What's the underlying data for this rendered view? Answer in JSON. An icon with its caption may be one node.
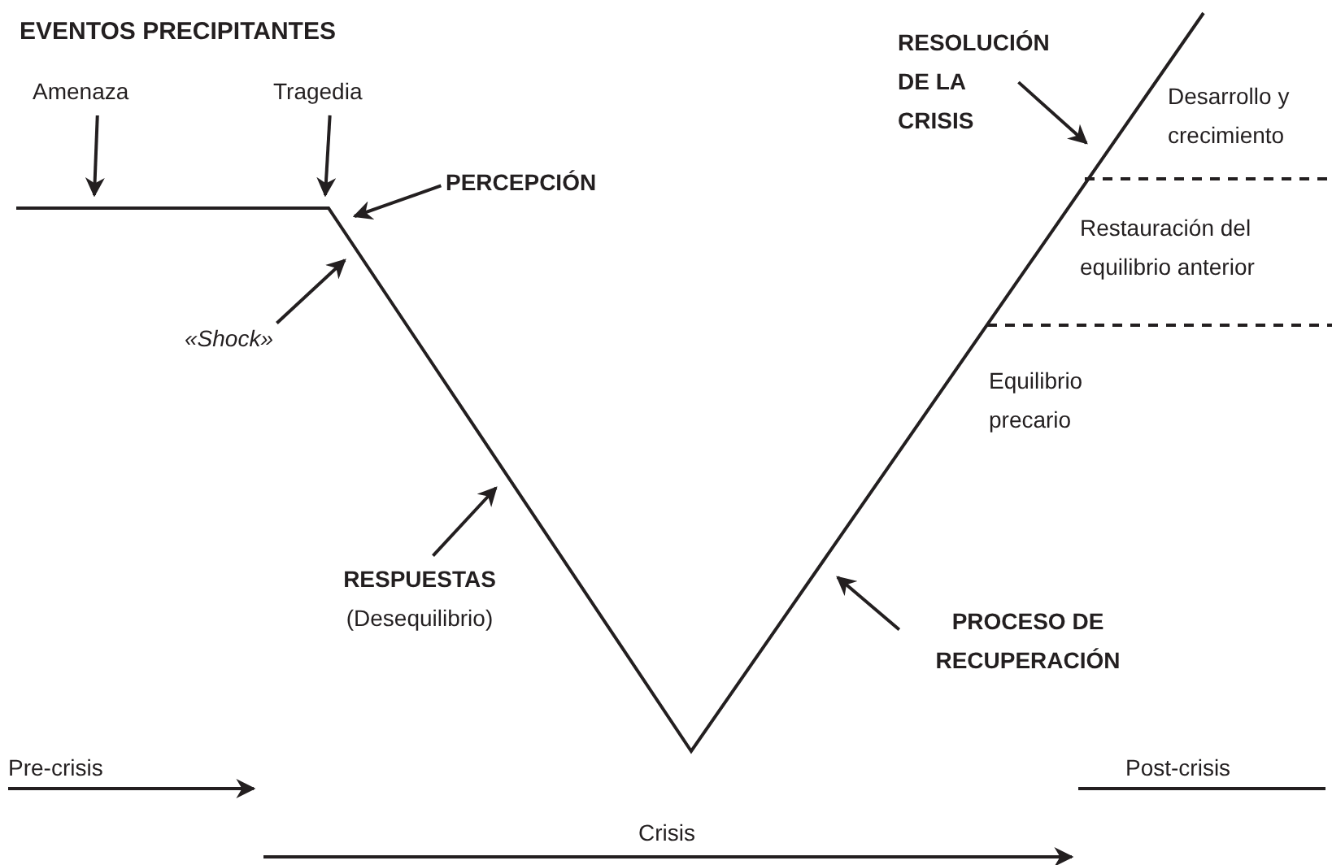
{
  "diagram": {
    "title": "EVENTOS PRECIPITANTES",
    "nodes": [
      {
        "text": [
          "Amenaza"
        ]
      },
      {
        "text": [
          "Tragedia"
        ]
      },
      {
        "text": [
          "PERCEPCIÓN"
        ]
      },
      {
        "text": [
          "«Shock»"
        ]
      },
      {
        "text": [
          "RESPUESTAS",
          "(Desequilibrio)"
        ]
      },
      {
        "text": [
          "PROCESO DE RECUPERACIÓN"
        ]
      },
      {
        "text": [
          "RESOLUCIÓN DE LA CRISIS"
        ]
      }
    ],
    "edges": [
      {
        "from": 0,
        "to": null,
        "arrow": "to"
      },
      {
        "from": 1,
        "to": null,
        "arrow": "to"
      },
      {
        "from": 2,
        "to": null,
        "arrow": "to"
      },
      {
        "from": 3,
        "to": null,
        "arrow": "to"
      },
      {
        "from": 4,
        "to": null,
        "arrow": "to"
      },
      {
        "from": 5,
        "to": null,
        "arrow": "to"
      },
      {
        "from": 6,
        "to": null,
        "arrow": "to"
      }
    ],
    "labels": [
      "Desarrollo y crecimiento",
      "Restauración del equilibrio anterior",
      "Equilibrio precario",
      "Pre-crisis",
      "Crisis",
      "Post-crisis"
    ]
  }
}
